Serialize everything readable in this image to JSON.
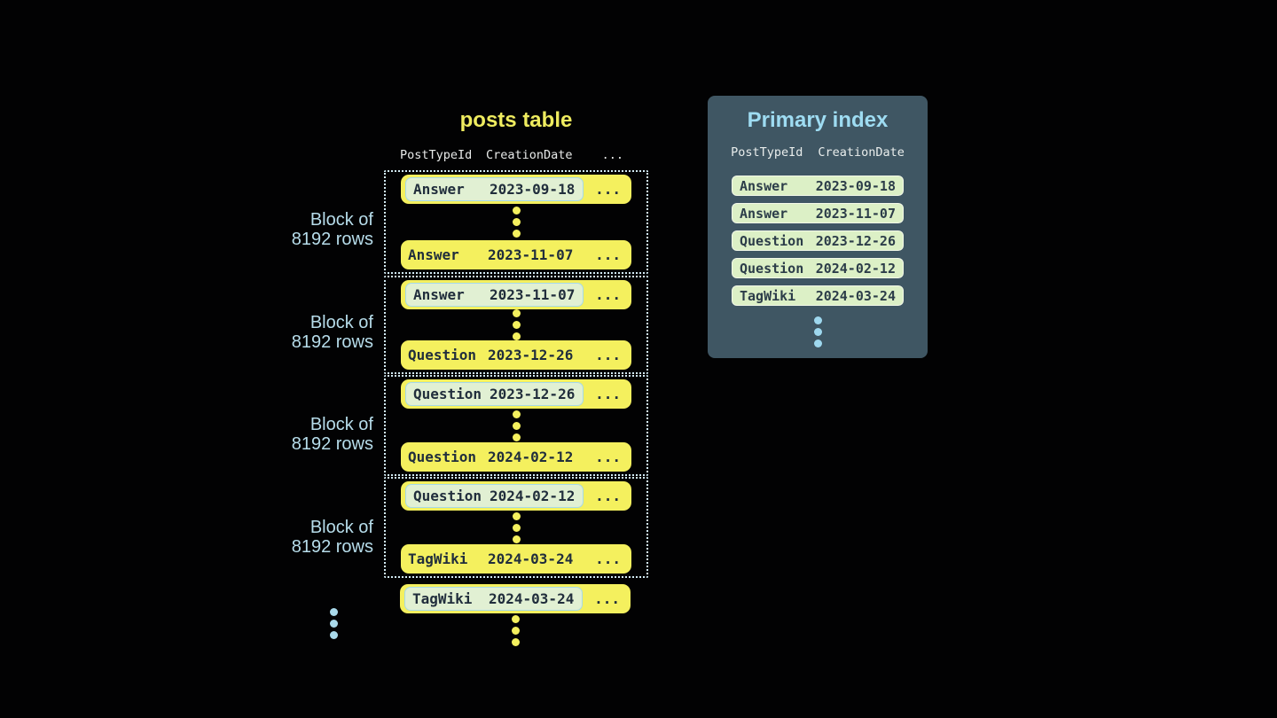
{
  "colors": {
    "background": "#020203",
    "table_row_yellow": "#f4f05e",
    "highlight_bg": "#e1f0d3",
    "highlight_border": "#a6d9e8",
    "dark_text": "#212e3c",
    "dotted_border": "#d2eaf4",
    "block_label_blue": "#b7ddeb",
    "posts_title_yellow": "#efec5f",
    "header_text": "#e8eae9",
    "panel_bg": "#3f5663",
    "panel_title_blue": "#9edcf2",
    "index_pill_bg": "#dcf0c6",
    "dots_blue": "#a9d9ea"
  },
  "posts_table": {
    "title": "posts table",
    "columns": {
      "c0": "PostTypeId",
      "c1": "CreationDate",
      "c2": "..."
    },
    "blocks": [
      {
        "label_line1": "Block of",
        "label_line2": "8192 rows",
        "first_row": {
          "type": "Answer",
          "date": "2023-09-18",
          "more": "...",
          "highlighted": true
        },
        "last_row": {
          "type": "Answer",
          "date": "2023-11-07",
          "more": "...",
          "highlighted": false
        }
      },
      {
        "label_line1": "Block of",
        "label_line2": "8192 rows",
        "first_row": {
          "type": "Answer",
          "date": "2023-11-07",
          "more": "...",
          "highlighted": true
        },
        "last_row": {
          "type": "Question",
          "date": "2023-12-26",
          "more": "...",
          "highlighted": false
        }
      },
      {
        "label_line1": "Block of",
        "label_line2": "8192 rows",
        "first_row": {
          "type": "Question",
          "date": "2023-12-26",
          "more": "...",
          "highlighted": true
        },
        "last_row": {
          "type": "Question",
          "date": "2024-02-12",
          "more": "...",
          "highlighted": false
        }
      },
      {
        "label_line1": "Block of",
        "label_line2": "8192 rows",
        "first_row": {
          "type": "Question",
          "date": "2024-02-12",
          "more": "...",
          "highlighted": true
        },
        "last_row": {
          "type": "TagWiki",
          "date": "2024-03-24",
          "more": "...",
          "highlighted": false
        }
      }
    ],
    "overflow_row": {
      "type": "TagWiki",
      "date": "2024-03-24",
      "more": "...",
      "highlighted": true
    }
  },
  "primary_index": {
    "title": "Primary index",
    "columns": {
      "c0": "PostTypeId",
      "c1": "CreationDate"
    },
    "rows": [
      {
        "type": "Answer",
        "date": "2023-09-18"
      },
      {
        "type": "Answer",
        "date": "2023-11-07"
      },
      {
        "type": "Question",
        "date": "2023-12-26"
      },
      {
        "type": "Question",
        "date": "2024-02-12"
      },
      {
        "type": "TagWiki",
        "date": "2024-03-24"
      }
    ]
  }
}
